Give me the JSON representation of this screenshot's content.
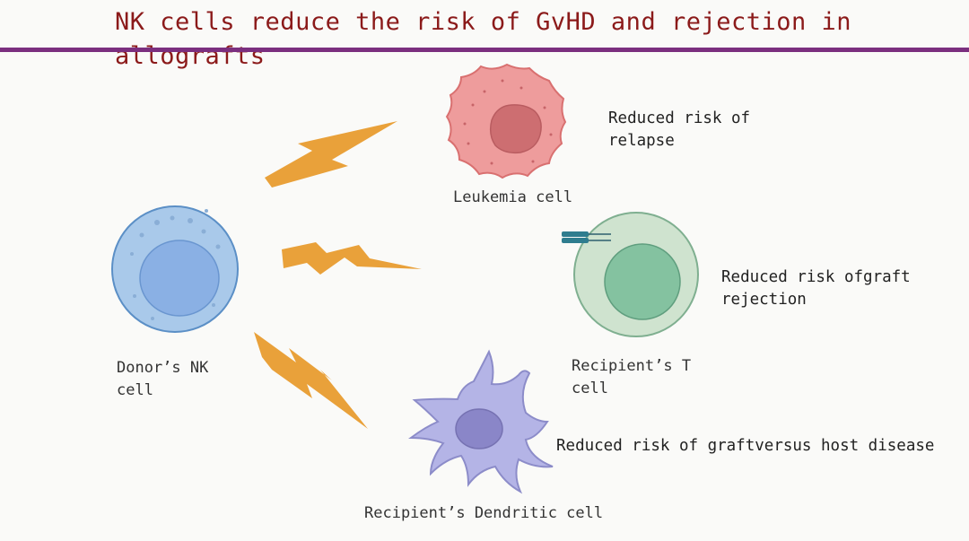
{
  "title": "NK cells reduce the risk of GvHD and rejection in allografts",
  "cells": {
    "nk": {
      "label": "Donor’s NK cell"
    },
    "leukemia": {
      "label": "Leukemia cell"
    },
    "tcell": {
      "label": "Recipient’s T cell"
    },
    "dendritic": {
      "label": "Recipient’s Dendritic cell"
    }
  },
  "benefits": {
    "relapse": "Reduced risk of relapse",
    "graft_rejection": "Reduced risk ofgraft rejection",
    "gvhd": "Reduced risk of graftversus host disease"
  },
  "colors": {
    "title": "#8b1a1a",
    "rule": "#7b2f7f",
    "bolt": "#e9a13a",
    "nk_cell": "#a9c9ea",
    "leukemia_cell": "#ee9c9c",
    "t_cell": "#cfe3cf",
    "dendritic_cell": "#b4b4e6"
  }
}
